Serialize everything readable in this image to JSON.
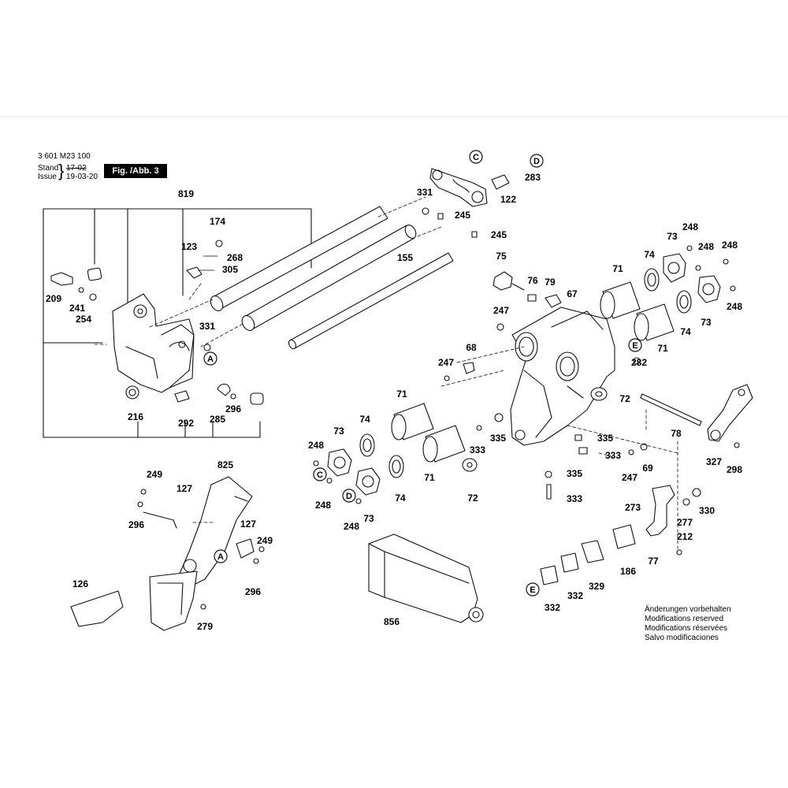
{
  "header": {
    "part_no": "3 601 M23 100",
    "stand_label": "Stand",
    "stand_value": "17-02",
    "issue_label": "Issue",
    "issue_value": "19-03-20",
    "figure": "Fig. /Abb. 3"
  },
  "notes": [
    "Änderungen vorbehalten",
    "Modifications reserved",
    "Modifications réservées",
    "Salvo modificaciones"
  ],
  "callouts": [
    "C",
    "D",
    "A",
    "A",
    "E",
    "C",
    "D",
    "E"
  ],
  "labels": [
    "819",
    "174",
    "123",
    "268",
    "305",
    "209",
    "241",
    "254",
    "331",
    "216",
    "292",
    "285",
    "296",
    "155",
    "331",
    "245",
    "245",
    "122",
    "283",
    "75",
    "76",
    "79",
    "67",
    "247",
    "71",
    "74",
    "73",
    "248",
    "248",
    "248",
    "248",
    "71",
    "74",
    "73",
    "68",
    "247",
    "282",
    "72",
    "78",
    "71",
    "74",
    "73",
    "248",
    "248",
    "335",
    "335",
    "333",
    "333",
    "71",
    "74",
    "73",
    "72",
    "248",
    "335",
    "333",
    "247",
    "69",
    "327",
    "298",
    "273",
    "330",
    "277",
    "212",
    "77",
    "186",
    "329",
    "332",
    "332",
    "856",
    "825",
    "249",
    "127",
    "296",
    "127",
    "249",
    "296",
    "126",
    "279"
  ]
}
